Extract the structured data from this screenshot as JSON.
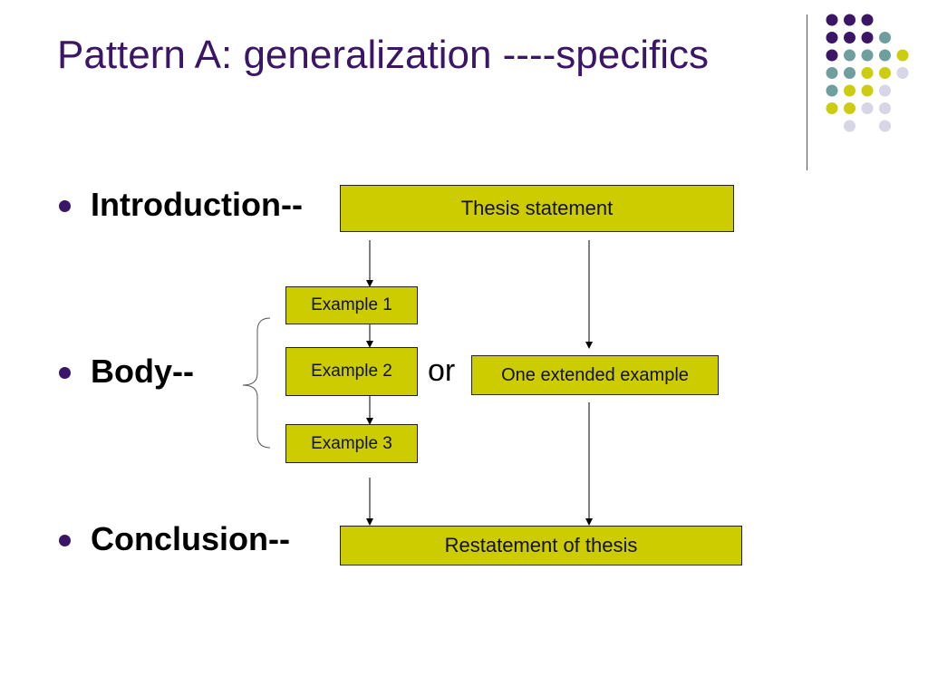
{
  "slide": {
    "title": "Pattern A: generalization ----specifics"
  },
  "bullets": [
    {
      "label": "Introduction--"
    },
    {
      "label": "Body--"
    },
    {
      "label": "Conclusion--"
    }
  ],
  "boxes": {
    "thesis": "Thesis   statement",
    "example1": "Example 1",
    "example2": "Example 2",
    "example3": "Example 3",
    "extended": "One extended example",
    "restatement": "Restatement of thesis"
  },
  "connector_or": "or",
  "colors": {
    "title": "#3b1566",
    "box_fill": "#cccc00",
    "dot_purple": "#3b1566",
    "dot_teal": "#6f9e9e",
    "dot_yellow": "#cccc11",
    "dot_lavender": "#d6d6e6"
  },
  "decoration": {
    "dot_grid": [
      [
        "purple",
        "purple",
        "purple",
        null,
        null
      ],
      [
        "purple",
        "purple",
        "purple",
        "teal",
        null
      ],
      [
        "purple",
        "teal",
        "teal",
        "teal",
        "yellow"
      ],
      [
        "teal",
        "teal",
        "yellow",
        "yellow",
        "lavender"
      ],
      [
        "teal",
        "yellow",
        "yellow",
        "lavender",
        null
      ],
      [
        "yellow",
        "yellow",
        "lavender",
        "lavender",
        null
      ],
      [
        null,
        "lavender",
        null,
        "lavender",
        null
      ]
    ]
  }
}
